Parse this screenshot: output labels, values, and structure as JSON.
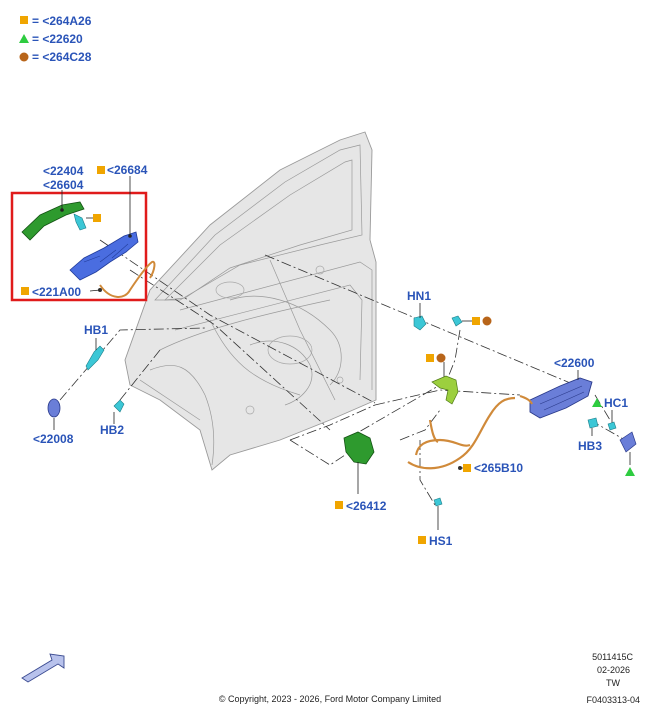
{
  "legend": [
    {
      "symbol": "square",
      "color": "#f0a500",
      "code": "= <264A26"
    },
    {
      "symbol": "triangle",
      "color": "#2ecc40",
      "code": "= <22620"
    },
    {
      "symbol": "circle",
      "color": "#b8651a",
      "code": "= <264C28"
    }
  ],
  "callouts": {
    "c22404": "<22404",
    "c26604": "<26604",
    "c26684": "<26684",
    "c221A00": "<221A00",
    "hb1": "HB1",
    "c22008": "<22008",
    "hb2": "HB2",
    "hn1": "HN1",
    "c22600": "<22600",
    "hc1": "HC1",
    "hb3": "HB3",
    "c265B10": "<265B10",
    "c26412": "<26412",
    "hs1": "HS1"
  },
  "footer": {
    "ref1": "5011415C",
    "ref2": "02-2026",
    "ref3": "TW",
    "ref4": "F0403313-04",
    "copyright": "© Copyright, 2023 - 2026, Ford Motor Company Limited"
  },
  "colors": {
    "label": "#2a54b8",
    "highlight_box": "#e01b1b",
    "handle_green": "#2e9a2e",
    "bracket_blue": "#4a6de0",
    "cable_orange": "#d08a3a",
    "clip_cyan": "#3cc7d6"
  },
  "icons": {
    "direction_arrow": "front-arrow-icon"
  }
}
